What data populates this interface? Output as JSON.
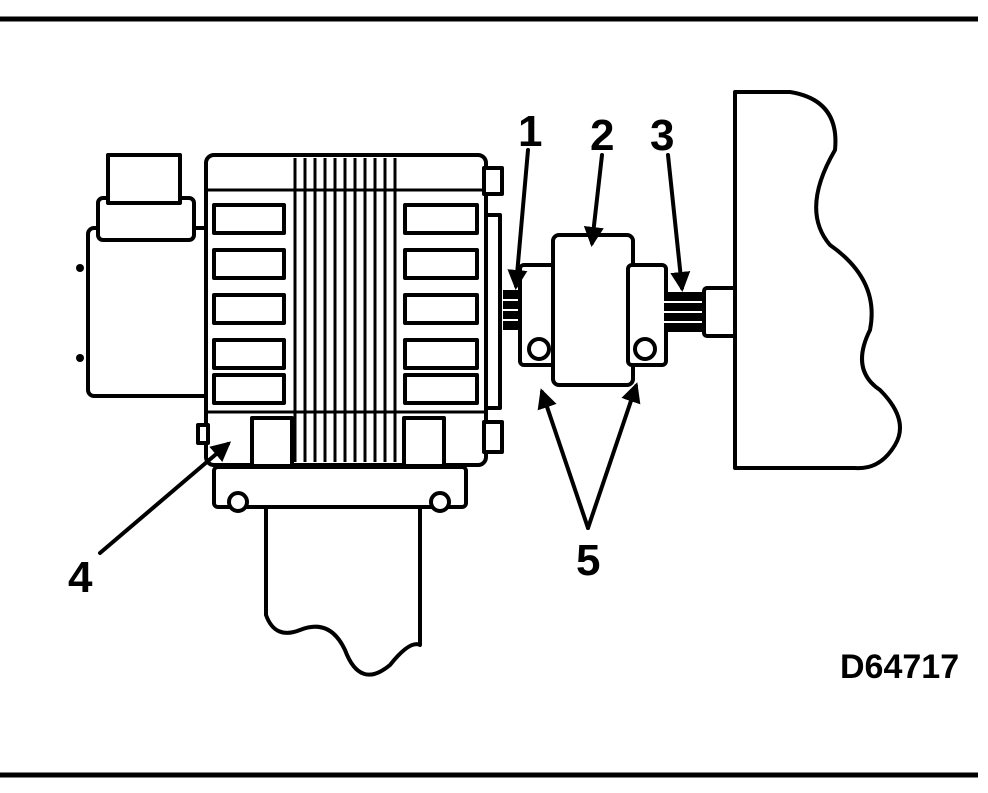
{
  "callouts": [
    {
      "id": "1",
      "label": "1"
    },
    {
      "id": "2",
      "label": "2"
    },
    {
      "id": "3",
      "label": "3"
    },
    {
      "id": "4",
      "label": "4"
    },
    {
      "id": "5",
      "label": "5"
    }
  ],
  "figure_code": "D64717",
  "colors": {
    "ink": "#000000",
    "paper": "#ffffff"
  }
}
